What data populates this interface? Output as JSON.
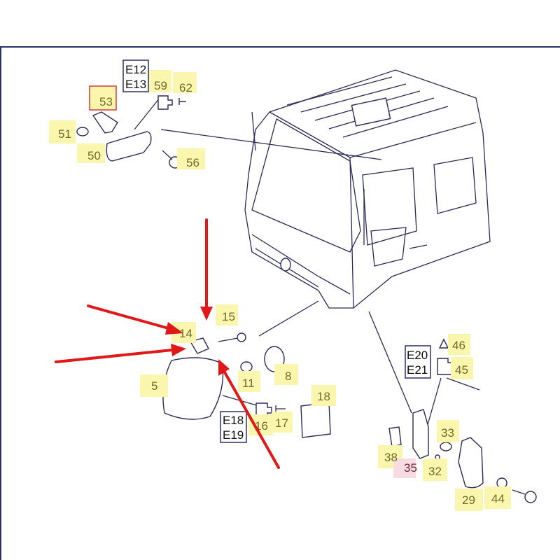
{
  "diagram": {
    "colors": {
      "highlight": "#faf6ae",
      "label_text": "#6f6b2c",
      "arrow": "#e01818",
      "frame": "#2b3162",
      "selected_outline": "#d43c3c",
      "pink_highlight": "#f6dbe0"
    },
    "codes": {
      "e12_e13": [
        "E12",
        "E13"
      ],
      "e18_e19": [
        "E18",
        "E19"
      ],
      "e20_e21": [
        "E20",
        "E21"
      ]
    },
    "parts": {
      "p53": "53",
      "p59": "59",
      "p62": "62",
      "p51": "51",
      "p50": "50",
      "p56": "56",
      "p15": "15",
      "p14": "14",
      "p8": "8",
      "p11": "11",
      "p5": "5",
      "p18": "18",
      "p16": "16",
      "p17": "17",
      "p46": "46",
      "p45": "45",
      "p33": "33",
      "p38": "38",
      "p35": "35",
      "p32": "32",
      "p29": "29",
      "p44": "44"
    },
    "icons": [
      "truck-cab",
      "bulb",
      "lamp-housing",
      "screw",
      "socket",
      "red-arrow"
    ]
  }
}
